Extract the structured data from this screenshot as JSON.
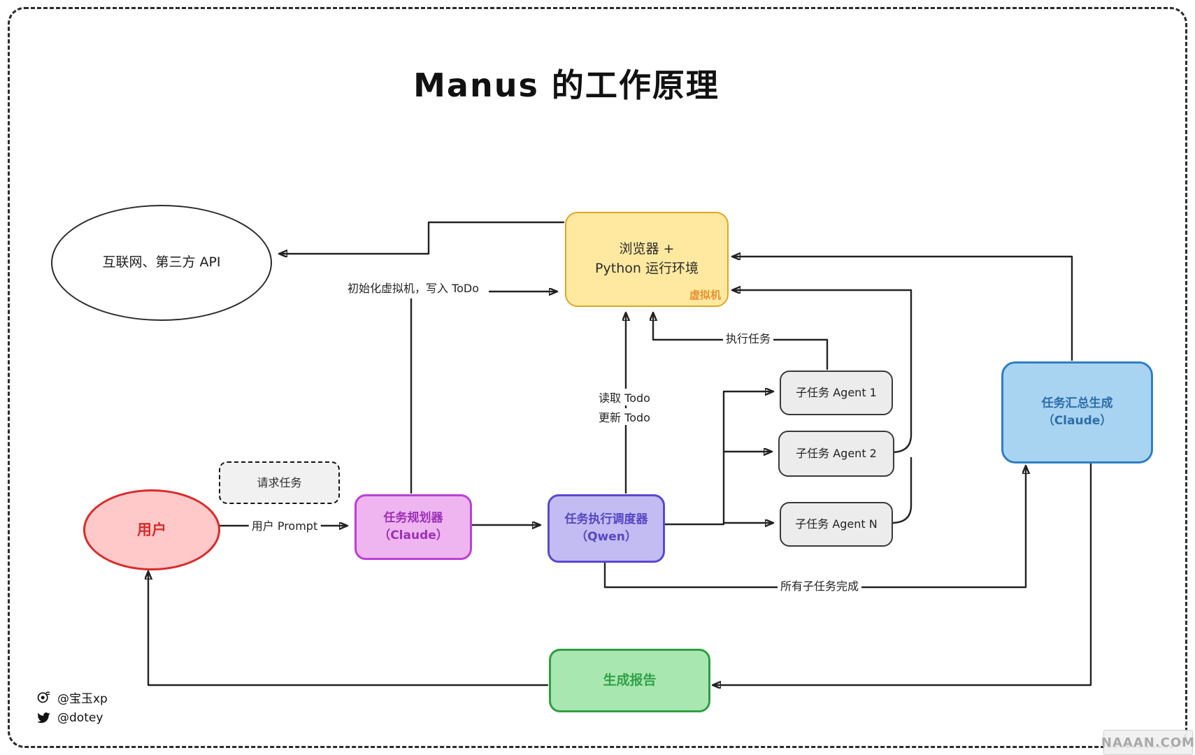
{
  "title": "Manus 的工作原理",
  "nodes": {
    "internet": {
      "label": "互联网、第三方 API"
    },
    "vm": {
      "line1": "浏览器 +",
      "line2": "Python 运行环境",
      "corner_label": "虚拟机"
    },
    "user": {
      "label": "用户"
    },
    "request_note": {
      "label": "请求任务"
    },
    "planner": {
      "line1": "任务规划器",
      "line2": "（Claude）"
    },
    "scheduler": {
      "line1": "任务执行调度器",
      "line2": "（Qwen）"
    },
    "agent1": {
      "label": "子任务 Agent 1"
    },
    "agent2": {
      "label": "子任务 Agent 2"
    },
    "agentN": {
      "label": "子任务 Agent N"
    },
    "aggregator": {
      "line1": "任务汇总生成",
      "line2": "（Claude）"
    },
    "report": {
      "label": "生成报告"
    }
  },
  "edge_labels": {
    "init_vm": "初始化虚拟机，写入 ToDo",
    "read_todo": "读取 Todo",
    "update_todo": "更新 Todo",
    "exec_task": "执行任务",
    "user_prompt": "用户 Prompt",
    "all_done": "所有子任务完成"
  },
  "credits": {
    "weibo": "@宝玉xp",
    "twitter": "@dotey"
  },
  "watermark": "NAAAN.COM",
  "colors": {
    "vm_fill": "#ffe9a0",
    "vm_border": "#dfa524",
    "vm_corner_text": "#e8912e",
    "user_fill": "#ffc9c9",
    "user_border": "#d92b2b",
    "planner_fill": "#eeb5f0",
    "planner_border": "#bc3fd6",
    "planner_text": "#9b30b8",
    "scheduler_fill": "#c2bcf2",
    "scheduler_border": "#5b48cf",
    "scheduler_text": "#5646c4",
    "agent_fill": "#ececec",
    "agent_border": "#3a3a3a",
    "aggregator_fill": "#a8d4f2",
    "aggregator_border": "#2f7fc4",
    "aggregator_text": "#2e6da8",
    "report_fill": "#a8e8b0",
    "report_border": "#2f9e44",
    "report_text": "#33a04a",
    "arrow": "#222222"
  }
}
